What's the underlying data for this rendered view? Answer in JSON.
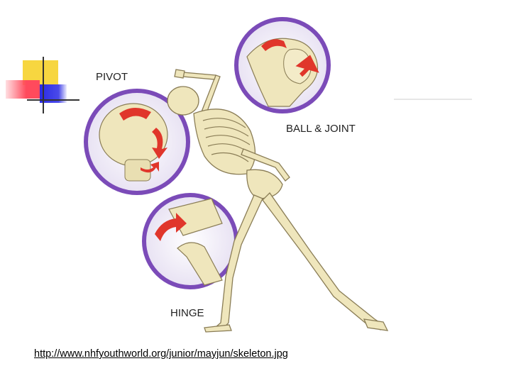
{
  "figure": {
    "labels": {
      "pivot": "PIVOT",
      "ball_joint": "BALL & JOINT",
      "hinge": "HINGE"
    }
  },
  "caption": {
    "link_text": "http://www.nhfyouthworld.org/junior/mayjun/skeleton.jpg"
  },
  "colors": {
    "ring": "#7b4bb8",
    "bone": "#efe6bc",
    "arrow": "#e0362b",
    "deco_yellow": "#f7d640",
    "deco_red": "#ff5a6a",
    "deco_blue": "#3a3ae0"
  }
}
